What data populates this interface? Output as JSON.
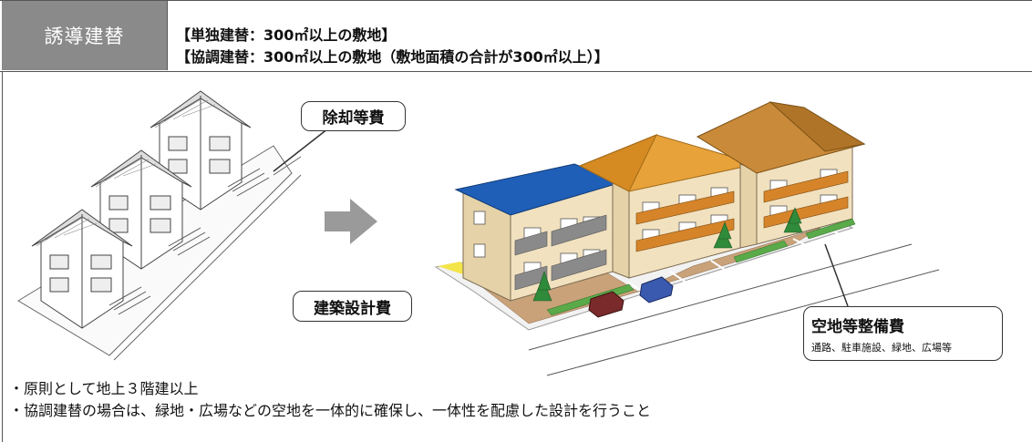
{
  "header": {
    "title": "誘導建替",
    "condition_single": "【単独建替：300㎡以上の敷地】",
    "condition_joint": "【協調建替：300㎡以上の敷地（敷地面積の合計が300㎡以上）】"
  },
  "labels": {
    "demolition": "除却等費",
    "design": "建築設計費",
    "open_space": "空地等整備費",
    "open_space_detail": "通路、駐車施設、緑地、広場等"
  },
  "notes": [
    "・原則として地上３階建以上",
    "・協調建替の場合は、緑地・広場などの空地を一体的に確保し、一体性を配慮した設計を行うこと"
  ],
  "colors": {
    "title_bg": "#8a8a8a",
    "arrow": "#9a9a9a",
    "roof_blue": "#1f5fb8",
    "roof_orange": "#e8a23a",
    "roof_brown": "#c98a3a",
    "wall_beige": "#f1e1bf",
    "balcony_orange": "#d6842a"
  }
}
